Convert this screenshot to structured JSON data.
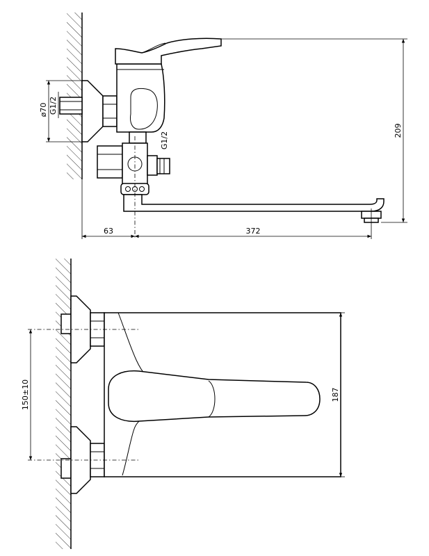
{
  "dimensions": {
    "side_view": {
      "wall_offset": "63",
      "spout_reach": "372",
      "height": "209",
      "flange_diameter": "ø70",
      "wall_thread": "G1/2",
      "outlet_thread": "G1/2"
    },
    "front_view": {
      "centre_distance": "150±10",
      "body_height": "187"
    }
  },
  "colors": {
    "line": "#000000",
    "background": "#ffffff"
  }
}
